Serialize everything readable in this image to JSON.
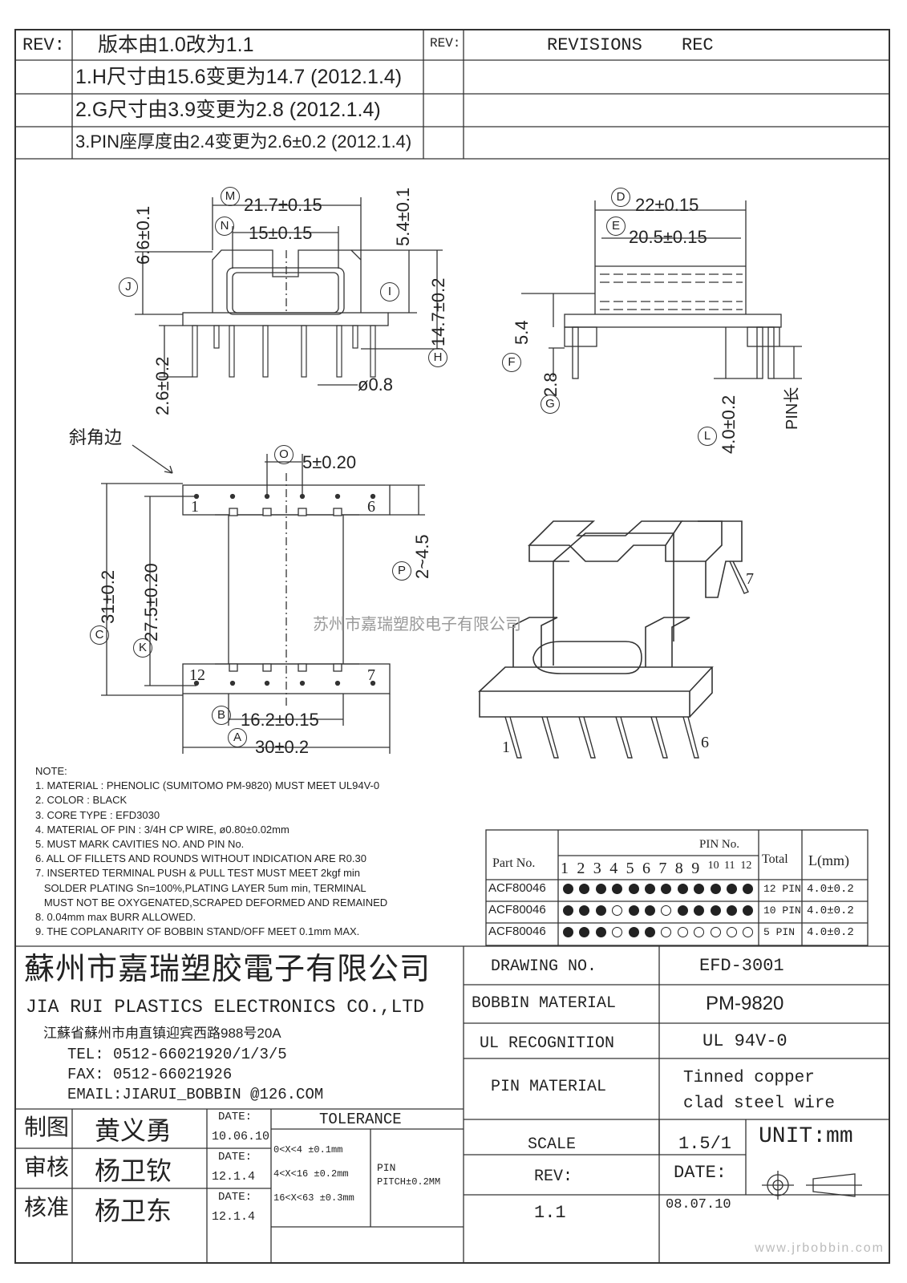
{
  "revision_block": {
    "rev_label": "REV:",
    "rev_label_2": "REV:",
    "revisions_header": "REVISIONS",
    "rec_header": "REC",
    "rows": [
      "版本由1.0改为1.1",
      "1.H尺寸由15.6变更为14.7 (2012.1.4)",
      "2.G尺寸由3.9变更为2.8 (2012.1.4)",
      "3.PIN座厚度由2.4变更为2.6±0.2 (2012.1.4)"
    ]
  },
  "front_view": {
    "dim_M": "21.7±0.15",
    "dim_N": "15±0.15",
    "dim_J": "6.6±0.1",
    "dim_I": "5.4±0.1",
    "dim_H": "14.7±0.2",
    "dim_pin_len": "2.6±0.2",
    "dim_pin_dia": "ø0.8",
    "label_M": "M",
    "label_N": "N",
    "label_J": "J",
    "label_I": "I",
    "label_H": "H"
  },
  "side_view": {
    "dim_D": "22±0.15",
    "dim_E": "20.5±0.15",
    "dim_F": "5.4",
    "dim_G": "2.8",
    "dim_L": "4.0±0.2",
    "dim_pin_k": "PIN长",
    "label_D": "D",
    "label_E": "E",
    "label_F": "F",
    "label_G": "G",
    "label_L": "L"
  },
  "bottom_view": {
    "chamfer_label": "斜角边",
    "dim_O": "5±0.20",
    "dim_P": "2~4.5",
    "dim_C": "31±0.2",
    "dim_K": "27.5±0.20",
    "dim_B": "16.2±0.15",
    "dim_A": "30±0.2",
    "label_O": "O",
    "label_P": "P",
    "label_C": "C",
    "label_K": "K",
    "label_B": "B",
    "label_A": "A",
    "pin_1": "1",
    "pin_6": "6",
    "pin_12": "12",
    "pin_7": "7"
  },
  "iso_view": {
    "pin_7": "7",
    "pin_1": "1",
    "pin_6": "6"
  },
  "watermark": "苏州市嘉瑞塑胶电子有限公司",
  "notes": {
    "title": "NOTE:",
    "items": [
      "1. MATERIAL : PHENOLIC (SUMITOMO PM-9820) MUST MEET UL94V-0",
      "2. COLOR : BLACK",
      "3. CORE TYPE : EFD3030",
      "4. MATERIAL OF PIN : 3/4H CP WIRE, ø0.80±0.02mm",
      "5. MUST MARK CAVITIES NO. AND PIN No.",
      "6. ALL OF FILLETS AND ROUNDS WITHOUT INDICATION ARE R0.30",
      "7. INSERTED TERMINAL PUSH & PULL TEST MUST MEET 2kgf min",
      "   SOLDER PLATING Sn=100%,PLATING LAYER 5um min, TERMINAL",
      "   MUST NOT BE OXYGENATED,SCRAPED DEFORMED AND REMAINED",
      "8. 0.04mm max BURR ALLOWED.",
      "9. THE COPLANARITY OF BOBBIN STAND/OFF MEET 0.1mm MAX."
    ]
  },
  "pin_table": {
    "part_header": "Part No.",
    "pin_header": "PIN No.",
    "total_header": "Total",
    "l_header": "L(mm)",
    "pins": [
      "1",
      "2",
      "3",
      "4",
      "5",
      "6",
      "7",
      "8",
      "9",
      "10",
      "11",
      "12"
    ],
    "rows": [
      {
        "part": "ACF80046",
        "fill": [
          1,
          1,
          1,
          1,
          1,
          1,
          1,
          1,
          1,
          1,
          1,
          1
        ],
        "total": "12 PIN",
        "l": "4.0±0.2"
      },
      {
        "part": "ACF80046",
        "fill": [
          1,
          1,
          1,
          0,
          1,
          1,
          0,
          1,
          1,
          1,
          1,
          1
        ],
        "total": "10 PIN",
        "l": "4.0±0.2"
      },
      {
        "part": "ACF80046",
        "fill": [
          1,
          1,
          1,
          0,
          1,
          1,
          0,
          0,
          0,
          0,
          0,
          0
        ],
        "total": "5 PIN",
        "l": "4.0±0.2"
      }
    ]
  },
  "company": {
    "name_cn": "蘇州市嘉瑞塑胶電子有限公司",
    "name_en": "JIA RUI PLASTICS ELECTRONICS CO.,LTD",
    "address": "江蘇省蘇州市甪直镇迎宾西路988号20A",
    "tel": "TEL: 0512-66021920/1/3/5",
    "fax": "FAX: 0512-66021926",
    "email": "EMAIL:JIARUI_BOBBIN @126.COM"
  },
  "title_block": {
    "drawing_no_label": "DRAWING  NO.",
    "drawing_no": "EFD-3001",
    "bobbin_material_label": "BOBBIN  MATERIAL",
    "bobbin_material": "PM-9820",
    "ul_label": "UL RECOGNITION",
    "ul_value": "UL 94V-0",
    "pin_material_label": "PIN MATERIAL",
    "pin_material_1": "Tinned copper",
    "pin_material_2": "clad steel wire",
    "scale_label": "SCALE",
    "scale_value": "1.5/1",
    "unit": "UNIT:mm",
    "rev_label": "REV:",
    "rev_value": "1.1",
    "date_label": "DATE:",
    "date_value": "08.07.10"
  },
  "approval": {
    "rows": [
      {
        "role": "制图",
        "name": "黄义勇",
        "date_label": "DATE:",
        "date": "10.06.10"
      },
      {
        "role": "审核",
        "name": "杨卫钦",
        "date_label": "DATE:",
        "date": "12.1.4"
      },
      {
        "role": "核准",
        "name": "杨卫东",
        "date_label": "DATE:",
        "date": "12.1.4"
      }
    ]
  },
  "tolerance": {
    "title": "TOLERANCE",
    "rows": [
      "0<X<4  ±0.1mm",
      "4<X<16 ±0.2mm",
      "16<X<63 ±0.3mm"
    ],
    "pin": "PIN",
    "pitch": "PITCH±0.2MM"
  },
  "website": "www.jrbobbin.com"
}
